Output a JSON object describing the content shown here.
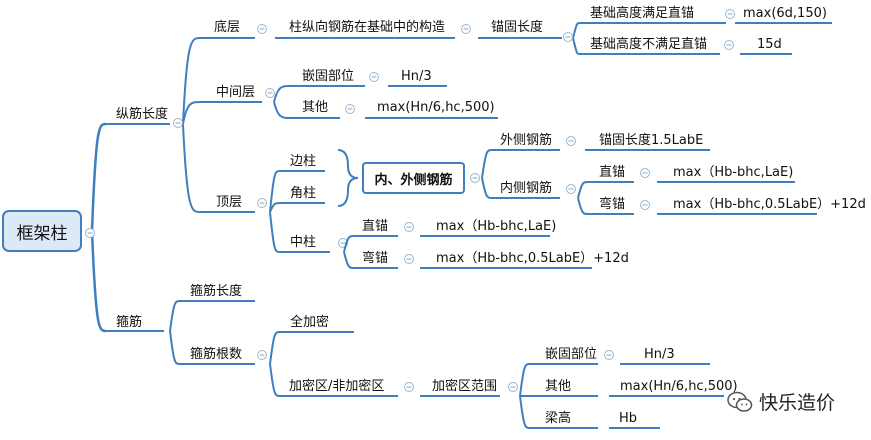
{
  "root": "框架柱",
  "nodes": {
    "zongjin": "纵筋长度",
    "diceng": "底层",
    "zhuzong": "柱纵向钢筋在基础中的构造",
    "maogu": "锚固长度",
    "jichu_manzu": "基础高度满足直锚",
    "max_6d": "max(6d,150)",
    "jichu_bumanzu": "基础高度不满足直锚",
    "v15d": "15d",
    "zhongjian": "中间层",
    "qiangu1": "嵌固部位",
    "hn3_1": "Hn/3",
    "qita1": "其他",
    "max_hn1": "max(Hn/6,hc,500)",
    "bianzhu": "边柱",
    "jiaozhu": "角柱",
    "dingceng": "顶层",
    "neiwai": "内、外侧钢筋",
    "waice": "外侧钢筋",
    "maogu15": "锚固长度1.5LabE",
    "neice": "内侧钢筋",
    "zhimao1": "直锚",
    "max_hb1": "max（Hb-bhc,LaE)",
    "wanmao1": "弯锚",
    "max_hb2": "max（Hb-bhc,0.5LabE）+12d",
    "zhongzhu": "中柱",
    "zhimao2": "直锚",
    "max_hb3": "max（Hb-bhc,LaE)",
    "wanmao2": "弯锚",
    "max_hb4": "max（Hb-bhc,0.5LabE）+12d",
    "gujin": "箍筋",
    "gujin_changdu": "箍筋长度",
    "gujin_genshu": "箍筋根数",
    "quanjiami": "全加密",
    "jiami_fei": "加密区/非加密区",
    "jiami_fanwei": "加密区范围",
    "qiangu2": "嵌固部位",
    "hn3_2": "Hn/3",
    "qita2": "其他",
    "max_hn2": "max(Hn/6,hc,500)",
    "lianggao": "梁高",
    "hb": "Hb"
  },
  "watermark": "快乐造价",
  "colors": {
    "line": "#3f7fbf",
    "root_fill": "#dce9f6",
    "collapse": "#9bb4cc"
  }
}
